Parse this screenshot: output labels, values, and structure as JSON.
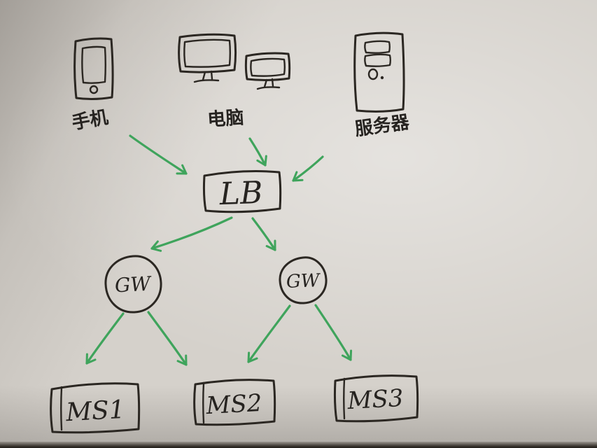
{
  "diagram": {
    "nodes": {
      "phone": {
        "label": "手机"
      },
      "computer": {
        "label": "电脑"
      },
      "server": {
        "label": "服务器"
      },
      "load_balancer": {
        "label": "LB"
      },
      "gateway_left": {
        "label": "GW"
      },
      "gateway_right": {
        "label": "GW"
      },
      "ms1": {
        "label": "MS1"
      },
      "ms2": {
        "label": "MS2"
      },
      "ms3": {
        "label": "MS3"
      }
    },
    "edges": [
      {
        "from": "phone",
        "to": "load_balancer"
      },
      {
        "from": "computer",
        "to": "load_balancer"
      },
      {
        "from": "server",
        "to": "load_balancer"
      },
      {
        "from": "load_balancer",
        "to": "gateway_left"
      },
      {
        "from": "load_balancer",
        "to": "gateway_right"
      },
      {
        "from": "gateway_left",
        "to": "ms1"
      },
      {
        "from": "gateway_left",
        "to": "ms2"
      },
      {
        "from": "gateway_right",
        "to": "ms2"
      },
      {
        "from": "gateway_right",
        "to": "ms3"
      }
    ],
    "colors": {
      "ink": "#2b2722",
      "arrow_green": "#3fa45c",
      "paper": "#d5d1cb"
    }
  }
}
